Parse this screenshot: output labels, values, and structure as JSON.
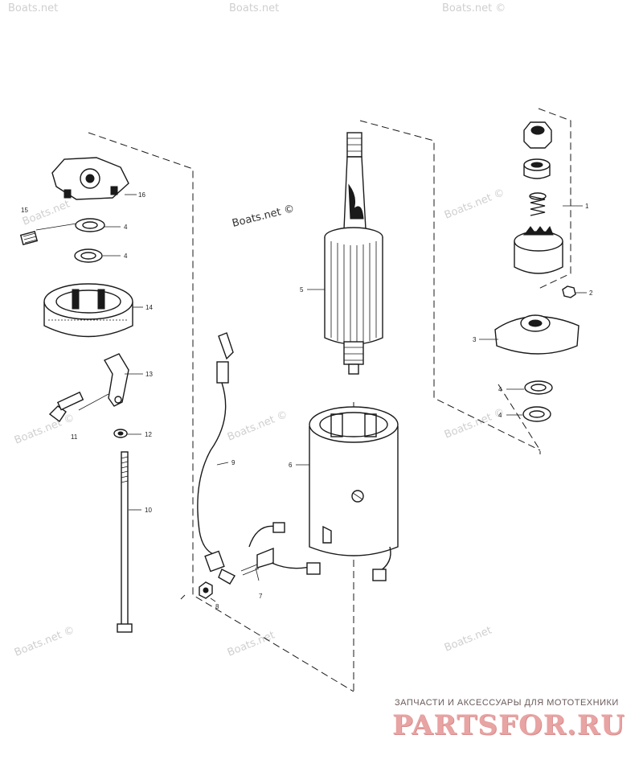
{
  "watermarks": [
    "Boats.net",
    "Boats.net",
    "Boats.net ©",
    "Boats.net",
    "Boats.net ©",
    "Boats.net ©",
    "Boats.net ©",
    "Boats.net ©",
    "Boats.net ©",
    "Boats.net ©"
  ],
  "callouts": {
    "c1": "1",
    "c2": "2",
    "c3": "3",
    "c4a": "4",
    "c4b": "4",
    "c4c": "4",
    "c4d": "4",
    "c5": "5",
    "c6": "6",
    "c7": "7",
    "c8": "8",
    "c9": "9",
    "c10": "10",
    "c11": "11",
    "c12": "12",
    "c13": "13",
    "c14": "14",
    "c15": "15",
    "c16": "16"
  },
  "footer": {
    "tagline": "ЗАПЧАСТИ И АКСЕССУАРЫ ДЛЯ МОТОТЕХНИКИ",
    "logo": "PARTSFOR.RU"
  }
}
